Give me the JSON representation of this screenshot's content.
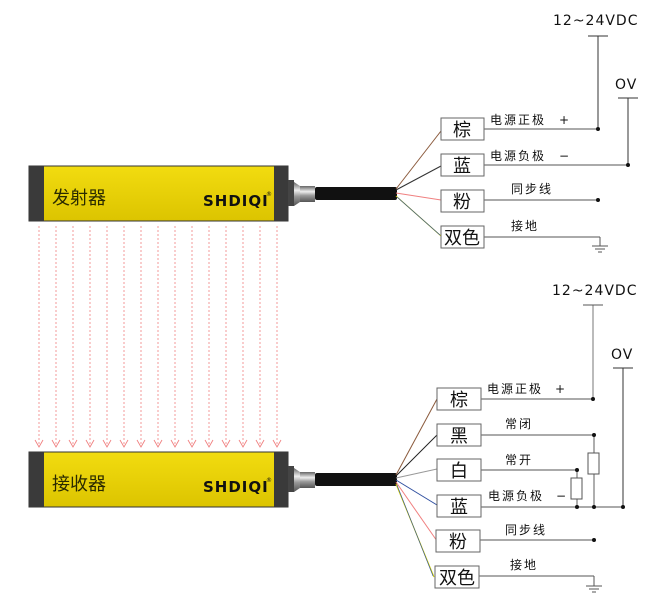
{
  "emitter": {
    "name": "发射器",
    "brand": "SHDIQI",
    "supply_label": "12~24VDC",
    "ground_label": "OV",
    "wires": [
      {
        "color_name": "棕",
        "wire_color": "#8b5a3c",
        "function": "电源正极",
        "symbol": "+"
      },
      {
        "color_name": "蓝",
        "wire_color": "#333333",
        "function": "电源负极",
        "symbol": "−"
      },
      {
        "color_name": "粉",
        "wire_color": "#f08080",
        "function": "同步线",
        "symbol": ""
      },
      {
        "color_name": "双色",
        "wire_color": "#c8c800",
        "function": "接地",
        "symbol": ""
      }
    ]
  },
  "receiver": {
    "name": "接收器",
    "brand": "SHDIQI",
    "supply_label": "12~24VDC",
    "ground_label": "OV",
    "wires": [
      {
        "color_name": "棕",
        "wire_color": "#8b5a3c",
        "function": "电源正极",
        "symbol": "+"
      },
      {
        "color_name": "黑",
        "wire_color": "#222222",
        "function": "常闭",
        "symbol": ""
      },
      {
        "color_name": "白",
        "wire_color": "#999999",
        "function": "常开",
        "symbol": ""
      },
      {
        "color_name": "蓝",
        "wire_color": "#3050a0",
        "function": "电源负极",
        "symbol": "−"
      },
      {
        "color_name": "粉",
        "wire_color": "#f08080",
        "function": "同步线",
        "symbol": ""
      },
      {
        "color_name": "双色",
        "wire_color": "#c8c800",
        "function": "接地",
        "symbol": ""
      }
    ]
  },
  "beam": {
    "count": 15,
    "color": "#f08080"
  },
  "colors": {
    "housing": "#e8d000",
    "housing_end": "#333333",
    "cable": "#111111",
    "line": "#777777"
  }
}
